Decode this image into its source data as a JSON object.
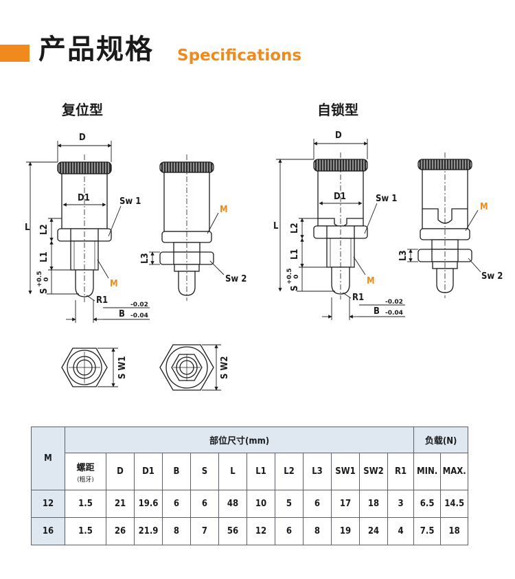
{
  "header": {
    "title_cn": "产品规格",
    "title_en": "Specifications"
  },
  "variants": {
    "reset": "复位型",
    "lock": "自锁型"
  },
  "drawing_labels": {
    "D": "D",
    "D1": "D1",
    "L": "L",
    "L1": "L1",
    "L2": "L2",
    "L3": "L3",
    "Sw1": "Sw 1",
    "Sw2": "Sw 2",
    "M": "M",
    "R1": "R1",
    "B": "B",
    "B_tol_upper": "-0.02",
    "B_tol_lower": "-0.04",
    "S": "S",
    "S_tol_upper": "+0.5",
    "S_tol_lower": "0",
    "SW1": "S W1",
    "SW2": "S W2"
  },
  "table": {
    "m_header": "M",
    "group_dims": "部位尺寸(mm)",
    "group_load": "负载(N)",
    "columns": [
      {
        "label": "螺距",
        "sub": "(粗牙)"
      },
      {
        "label": "D"
      },
      {
        "label": "D1"
      },
      {
        "label": "B"
      },
      {
        "label": "S"
      },
      {
        "label": "L"
      },
      {
        "label": "L1"
      },
      {
        "label": "L2"
      },
      {
        "label": "L3"
      },
      {
        "label": "SW1"
      },
      {
        "label": "SW2"
      },
      {
        "label": "R1"
      },
      {
        "label": "MIN."
      },
      {
        "label": "MAX."
      }
    ],
    "rows": [
      {
        "m": "12",
        "cells": [
          "1.5",
          "21",
          "19.6",
          "6",
          "6",
          "48",
          "10",
          "5",
          "6",
          "17",
          "18",
          "3",
          "6.5",
          "14.5"
        ]
      },
      {
        "m": "16",
        "cells": [
          "1.5",
          "26",
          "21.9",
          "8",
          "7",
          "56",
          "12",
          "6",
          "8",
          "19",
          "24",
          "4",
          "7.5",
          "18"
        ]
      }
    ]
  },
  "colors": {
    "accent": "#f08a1c",
    "table_header_bg": "#dfe7f1",
    "border": "#5a5f68"
  }
}
